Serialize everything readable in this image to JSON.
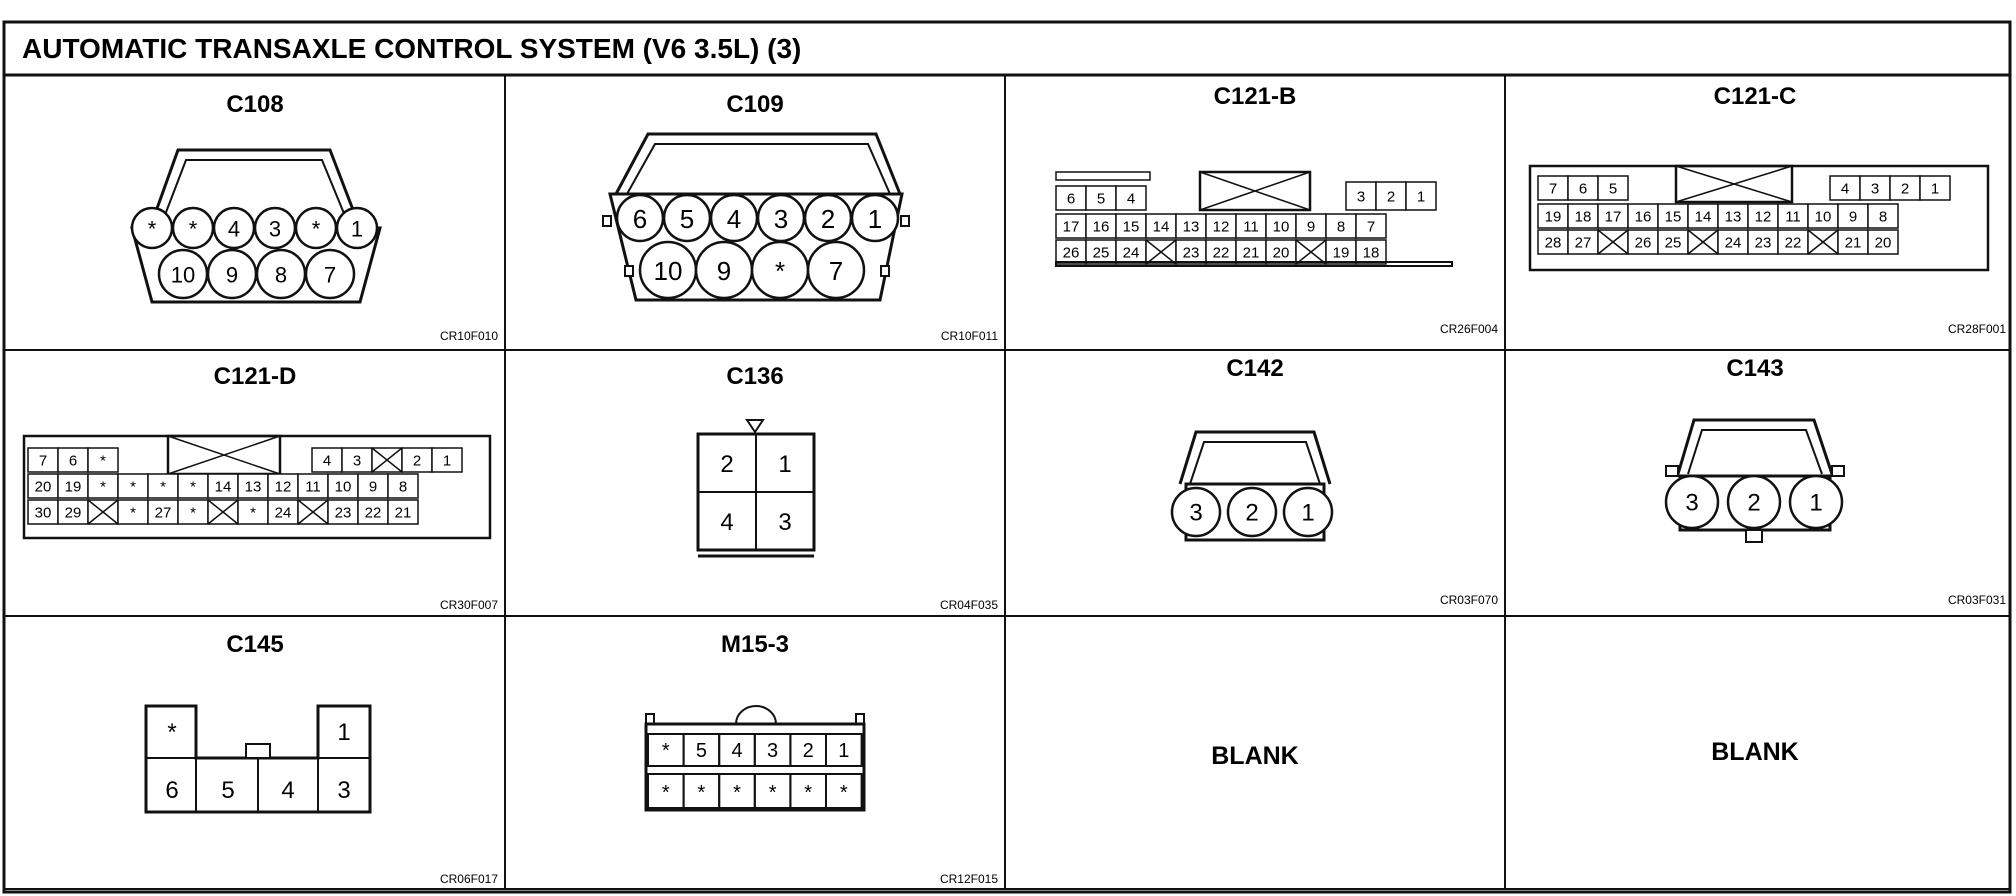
{
  "page_title": "AUTOMATIC TRANSAXLE CONTROL SYSTEM (V6 3.5L) (3)",
  "panels": [
    {
      "title": "C108",
      "code": "CR10F010",
      "top_pins": [
        "*",
        "*",
        "4",
        "3",
        "*",
        "1"
      ],
      "bottom_pins": [
        "10",
        "9",
        "8",
        "7"
      ]
    },
    {
      "title": "C109",
      "code": "CR10F011",
      "top_pins": [
        "6",
        "5",
        "4",
        "3",
        "2",
        "1"
      ],
      "bottom_pins": [
        "10",
        "9",
        "*",
        "7"
      ]
    },
    {
      "title": "C121-B",
      "code": "CR26F004",
      "rows": [
        [
          "6",
          "5",
          "4",
          "",
          "",
          "",
          "",
          "",
          "",
          "3",
          "2",
          "1"
        ],
        [
          "17",
          "16",
          "15",
          "14",
          "13",
          "12",
          "11",
          "10",
          "9",
          "8",
          "7"
        ],
        [
          "26",
          "25",
          "24",
          "X",
          "23",
          "22",
          "21",
          "20",
          "X",
          "19",
          "18"
        ]
      ]
    },
    {
      "title": "C121-C",
      "code": "CR28F001",
      "rows": [
        [
          "7",
          "6",
          "5",
          "",
          "",
          "",
          "",
          "4",
          "3",
          "2",
          "1"
        ],
        [
          "19",
          "18",
          "17",
          "16",
          "15",
          "14",
          "13",
          "12",
          "11",
          "10",
          "9",
          "8"
        ],
        [
          "28",
          "27",
          "X",
          "26",
          "25",
          "X",
          "24",
          "23",
          "22",
          "X",
          "21",
          "20"
        ]
      ]
    },
    {
      "title": "C121-D",
      "code": "CR30F007",
      "rows": [
        [
          "7",
          "6",
          "*",
          "",
          "",
          "",
          "",
          "",
          "",
          "",
          "4",
          "3",
          "X",
          "2",
          "1"
        ],
        [
          "20",
          "19",
          "*",
          "*",
          "*",
          "*",
          "14",
          "13",
          "12",
          "11",
          "10",
          "9",
          "8"
        ],
        [
          "30",
          "29",
          "X",
          "*",
          "27",
          "*",
          "X",
          "*",
          "24",
          "X",
          "23",
          "22",
          "21"
        ]
      ]
    },
    {
      "title": "C136",
      "code": "CR04F035",
      "pins": [
        "2",
        "1",
        "4",
        "3"
      ]
    },
    {
      "title": "C142",
      "code": "CR03F070",
      "pins": [
        "3",
        "2",
        "1"
      ]
    },
    {
      "title": "C143",
      "code": "CR03F031",
      "pins": [
        "3",
        "2",
        "1"
      ]
    },
    {
      "title": "C145",
      "code": "CR06F017",
      "pins": [
        "*",
        "1",
        "6",
        "5",
        "4",
        "3"
      ]
    },
    {
      "title": "M15-3",
      "code": "CR12F015",
      "top_pins": [
        "*",
        "5",
        "4",
        "3",
        "2",
        "1"
      ],
      "bottom_pins": [
        "*",
        "*",
        "*",
        "*",
        "*",
        "*"
      ]
    },
    {
      "title": "BLANK"
    },
    {
      "title": "BLANK"
    }
  ]
}
